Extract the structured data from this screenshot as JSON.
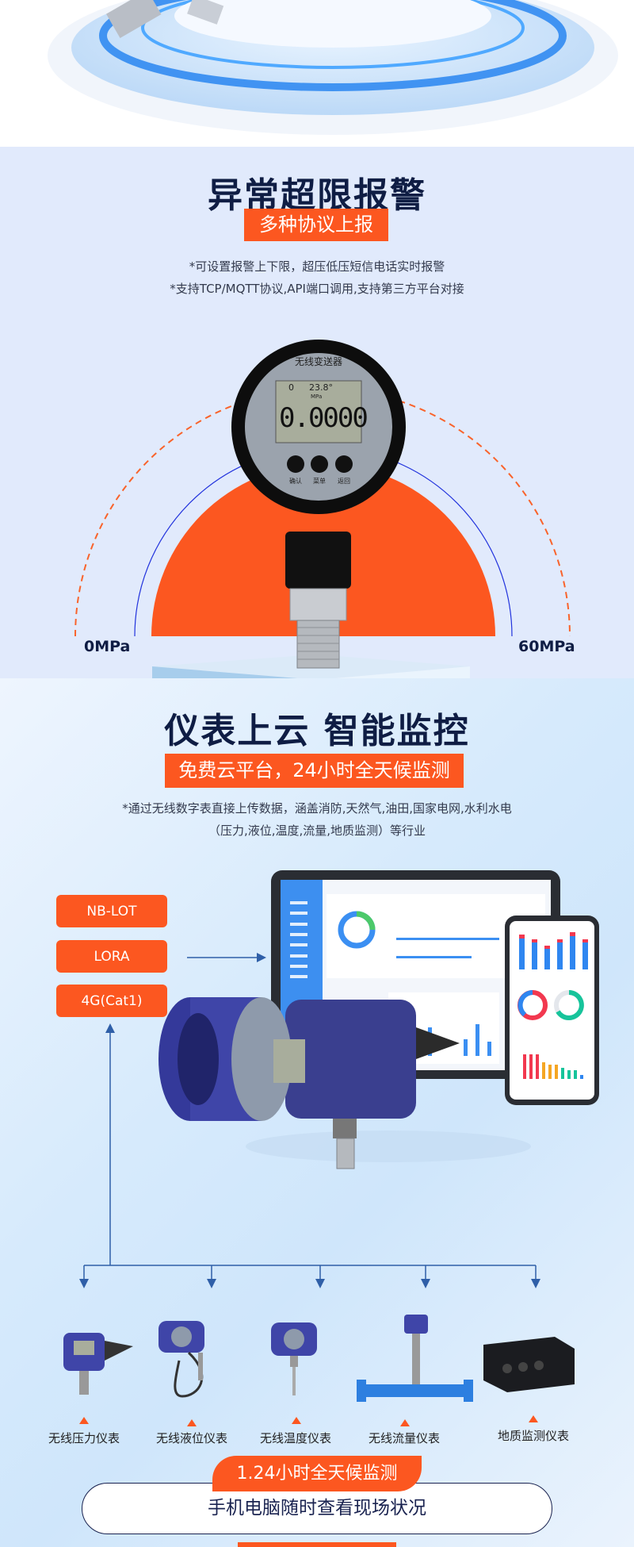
{
  "alarm": {
    "title": "异常超限报警",
    "tag": "多种协议上报",
    "bullets": [
      "*可设置报警上下限，超压低压短信电话实时报警",
      "*支持TCP/MQTT协议,API端口调用,支持第三方平台对接"
    ],
    "gauge": {
      "brand": "无线变送器",
      "lcd_small_left": "0",
      "lcd_temp": "23.8°",
      "lcd_unit": "MPa",
      "lcd_value": "0.0000",
      "buttons": [
        "确认",
        "菜单",
        "返回"
      ]
    },
    "range_min": "0MPa",
    "range_max": "60MPa"
  },
  "cloud": {
    "title": "仪表上云 智能监控",
    "tag": "免费云平台，24小时全天候监测",
    "desc_line1": "*通过无线数字表直接上传数据，涵盖消防,天然气,油田,国家电网,水利水电",
    "desc_line2": "（压力,液位,温度,流量,地质监测）等行业",
    "protocols": [
      "NB-LOT",
      "LORA",
      "4G(Cat1)"
    ],
    "products": [
      "无线压力仪表",
      "无线液位仪表",
      "无线温度仪表",
      "无线流量仪表",
      "地质监测仪表"
    ],
    "monitor_tag": "1.24小时全天候监测",
    "monitor_pill": "手机电脑随时查看现场状况"
  },
  "colors": {
    "accent": "#fc5720",
    "navy": "#0f1d44",
    "blue": "#2f86f0"
  }
}
